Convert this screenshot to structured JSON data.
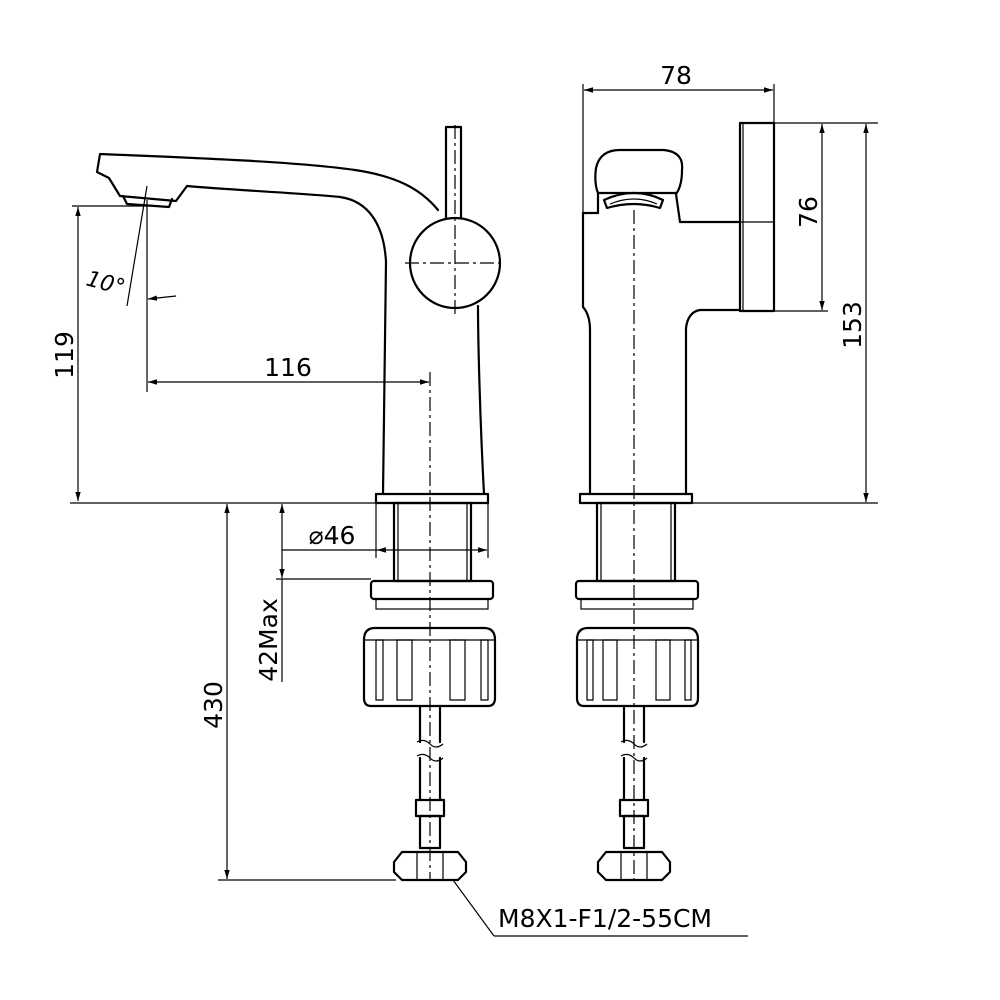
{
  "dimensions": {
    "spout_reach": "116",
    "spout_height": "119",
    "spout_angle": "10°",
    "body_depth": "78",
    "handle_height": "76",
    "total_height": "153",
    "shank_diameter": "⌀46",
    "max_deck_thickness": "42Max",
    "hose_length_span": "430"
  },
  "hose_spec": "M8X1-F1/2-55CM"
}
